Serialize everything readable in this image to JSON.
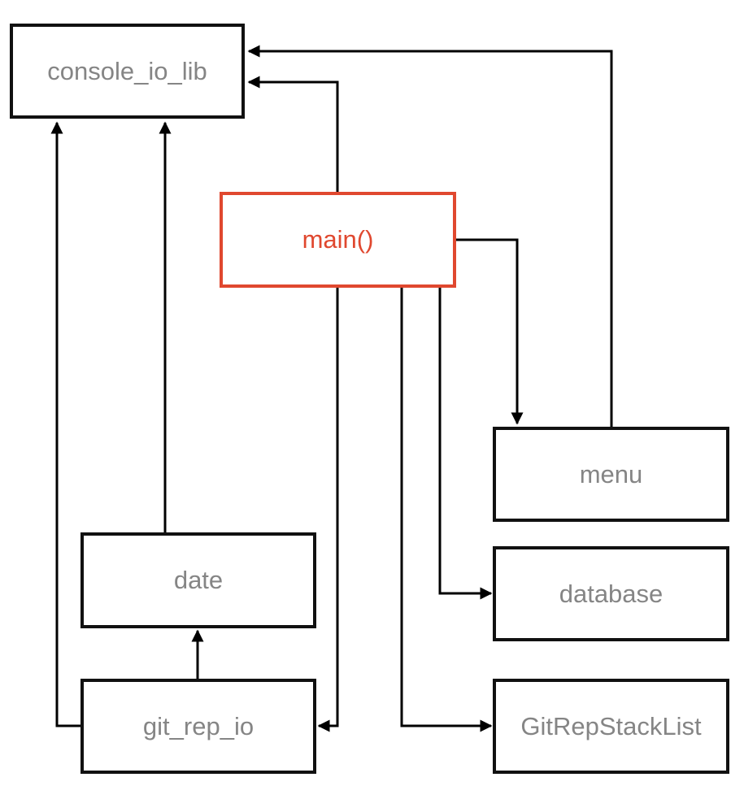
{
  "colors": {
    "box_border": "#111111",
    "text": "#858585",
    "entry_accent": "#e0482f",
    "edge": "#000000",
    "background": "#ffffff"
  },
  "nodes": {
    "console_io_lib": "console_io_lib",
    "main": "main()",
    "menu": "menu",
    "date": "date",
    "database": "database",
    "git_rep_io": "git_rep_io",
    "git_rep_stack_list": "GitRepStackList"
  }
}
